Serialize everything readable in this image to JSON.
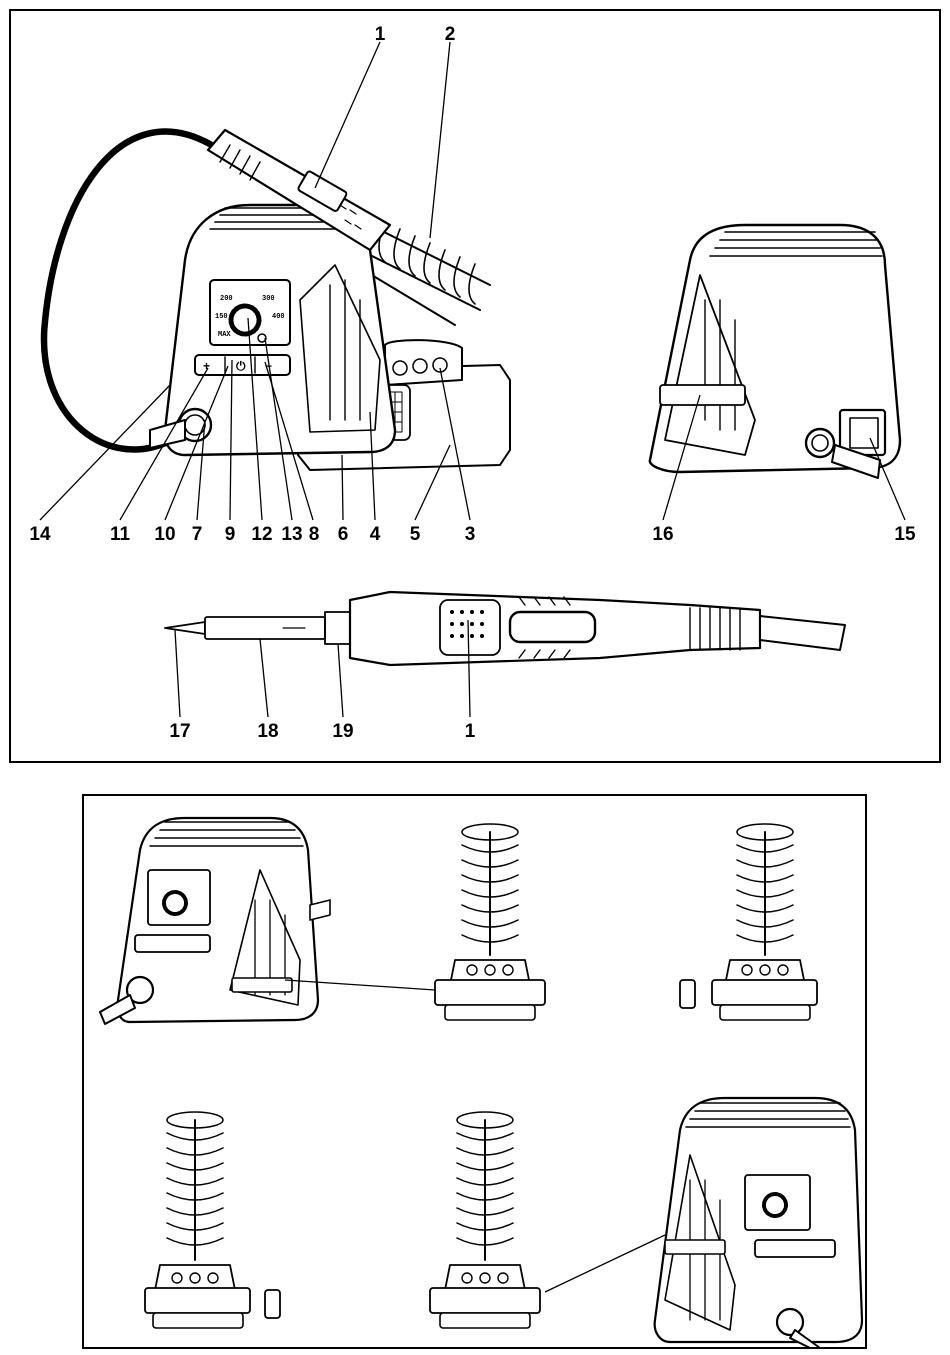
{
  "callouts": {
    "top": [
      "1",
      "2"
    ],
    "station_row": [
      "14",
      "11",
      "10",
      "7",
      "9",
      "12",
      "13",
      "8",
      "6",
      "4",
      "5",
      "3"
    ],
    "rear": [
      "16",
      "15"
    ],
    "iron": [
      "17",
      "18",
      "19",
      "1"
    ]
  },
  "icons": [
    "soldering-station",
    "soldering-iron",
    "iron-stand",
    "power-switch",
    "sponge-tray"
  ],
  "colors": {
    "line": "#000000",
    "background": "#ffffff"
  }
}
